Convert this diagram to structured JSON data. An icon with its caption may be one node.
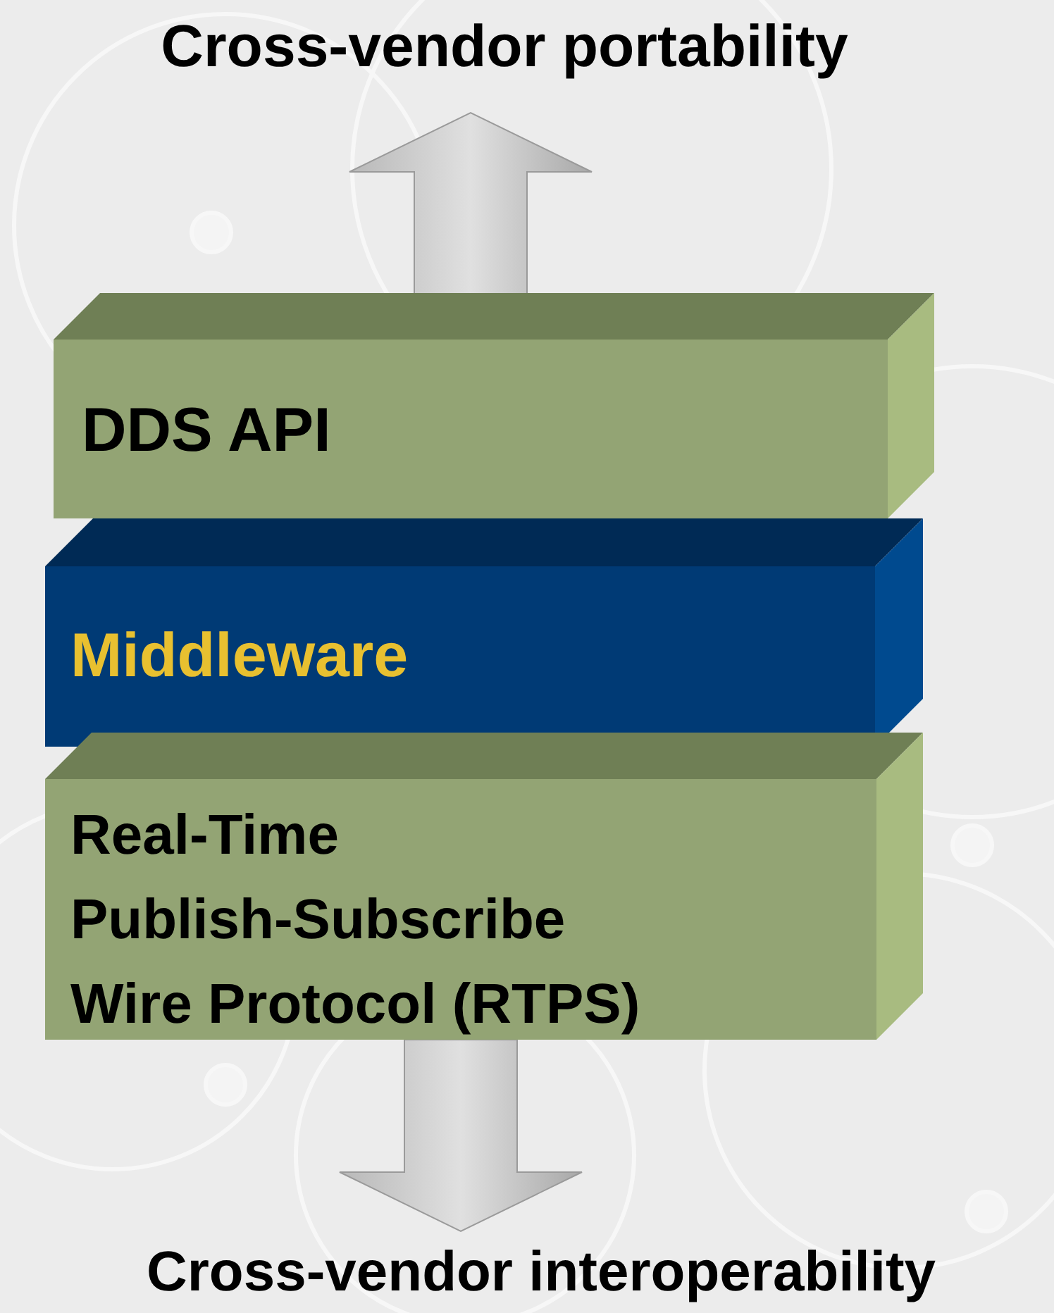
{
  "diagram": {
    "nodes": [
      {
        "text": [
          "Cross-vendor portability"
        ]
      },
      {
        "text": [
          "DDS API"
        ]
      },
      {
        "text": [
          "Middleware"
        ]
      },
      {
        "text": [
          "Real-Time Publish-Subscribe Wire Protocol (RTPS)"
        ]
      },
      {
        "text": [
          "Cross-vendor interoperability"
        ]
      }
    ],
    "edges": [
      {
        "from": 1,
        "to": 0,
        "arrow": "to"
      },
      {
        "from": 3,
        "to": 4,
        "arrow": "to"
      }
    ]
  }
}
